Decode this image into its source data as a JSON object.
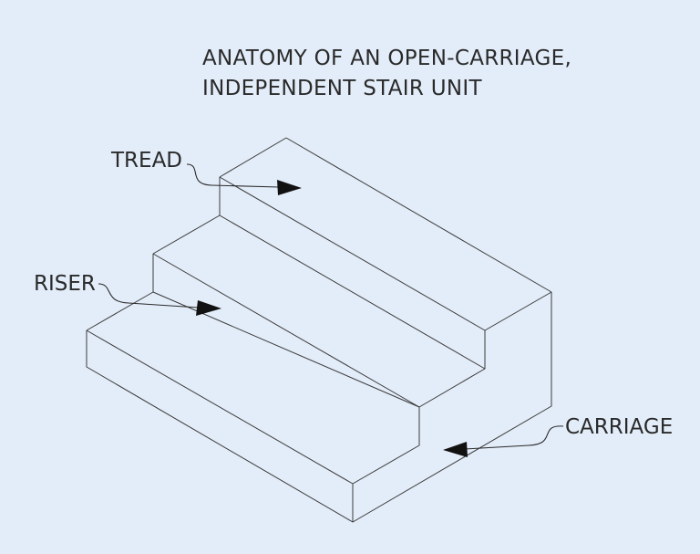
{
  "title": {
    "line1": "ANATOMY OF AN OPEN-CARRIAGE,",
    "line2": "INDEPENDENT STAIR UNIT"
  },
  "labels": {
    "tread": "TREAD",
    "riser": "RISER",
    "carriage": "CARRIAGE"
  },
  "colors": {
    "background": "#e3edf9",
    "line": "#3a3a3a",
    "arrow": "#111111"
  }
}
